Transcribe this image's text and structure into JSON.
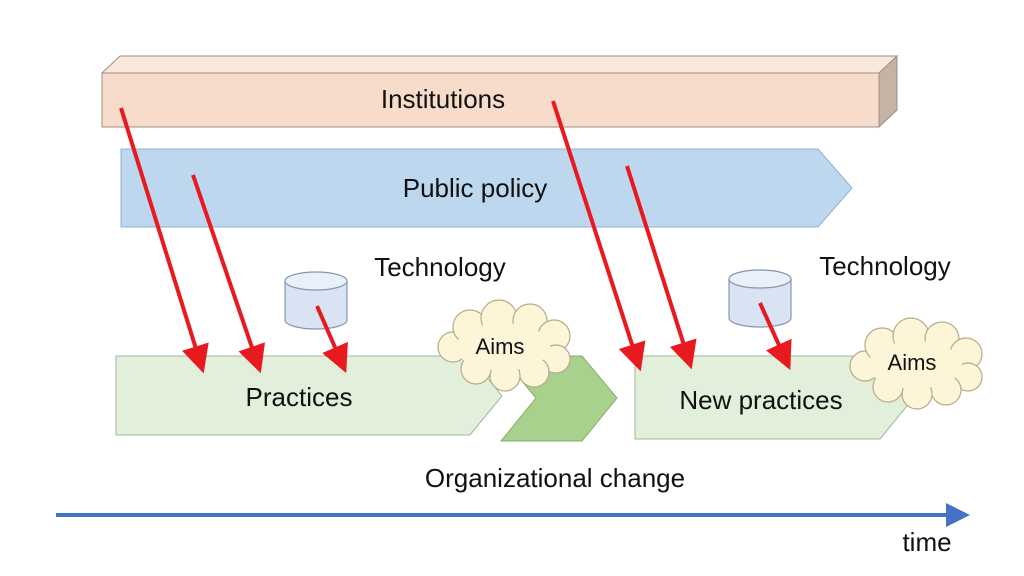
{
  "diagram": {
    "institutions": {
      "label": "Institutions"
    },
    "public_policy": {
      "label": "Public policy"
    },
    "technology_left": {
      "label": "Technology"
    },
    "technology_right": {
      "label": "Technology"
    },
    "practices": {
      "label": "Practices"
    },
    "aims_left": {
      "label": "Aims"
    },
    "new_practices": {
      "label": "New practices"
    },
    "aims_right": {
      "label": "Aims"
    },
    "organizational_change": {
      "label": "Organizational change"
    },
    "time_axis": {
      "label": "time"
    }
  },
  "colors": {
    "institutions_fill": "#f8dccb",
    "institutions_side": "#c7b3a5",
    "public_policy_fill": "#bdd7ee",
    "practices_fill": "#e2efda",
    "change_chevron_fill": "#a9d18e",
    "cloud_fill": "#fdf5d8",
    "cylinder_fill": "#dae3f3",
    "influence_arrow": "#e8191f",
    "time_arrow": "#4472c4"
  }
}
